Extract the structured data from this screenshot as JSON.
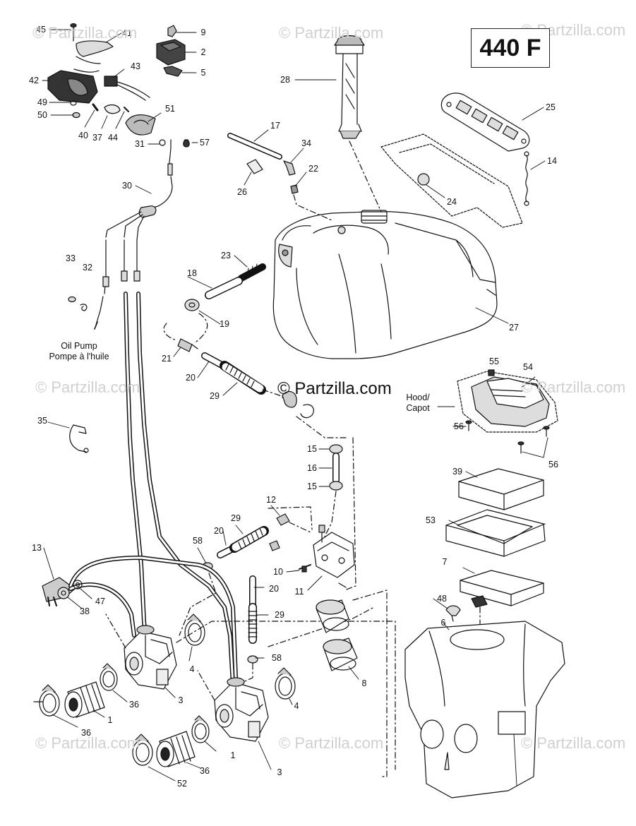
{
  "diagram": {
    "title": "440 F",
    "watermarks": [
      "© Partzilla.com",
      "© Partzilla.com",
      "© Partzilla.com",
      "© Partzilla.com",
      "© Partzilla.com",
      "© Partzilla.com",
      "© Partzilla.com",
      "© Partzilla.com",
      "© Partzilla.com"
    ],
    "center_watermark": "© Partzilla.com",
    "notes": {
      "oil_pump": [
        "Oil Pump",
        "Pompe à l'huile"
      ],
      "hood": [
        "Hood/",
        "Capot"
      ]
    },
    "callouts": [
      "45",
      "41",
      "9",
      "2",
      "5",
      "42",
      "43",
      "49",
      "50",
      "40",
      "37",
      "44",
      "51",
      "31",
      "57",
      "28",
      "440F",
      "25",
      "17",
      "34",
      "22",
      "26",
      "14",
      "24",
      "30",
      "33",
      "32",
      "23",
      "18",
      "19",
      "27",
      "21",
      "20",
      "29",
      "55",
      "54",
      "56",
      "56",
      "35",
      "15",
      "16",
      "15",
      "39",
      "53",
      "12",
      "29",
      "20",
      "58",
      "10",
      "11",
      "13",
      "20",
      "47",
      "38",
      "29",
      "7",
      "48",
      "6",
      "4",
      "58",
      "8",
      "3",
      "36",
      "1",
      "4",
      "3",
      "36",
      "1",
      "36",
      "52"
    ]
  }
}
